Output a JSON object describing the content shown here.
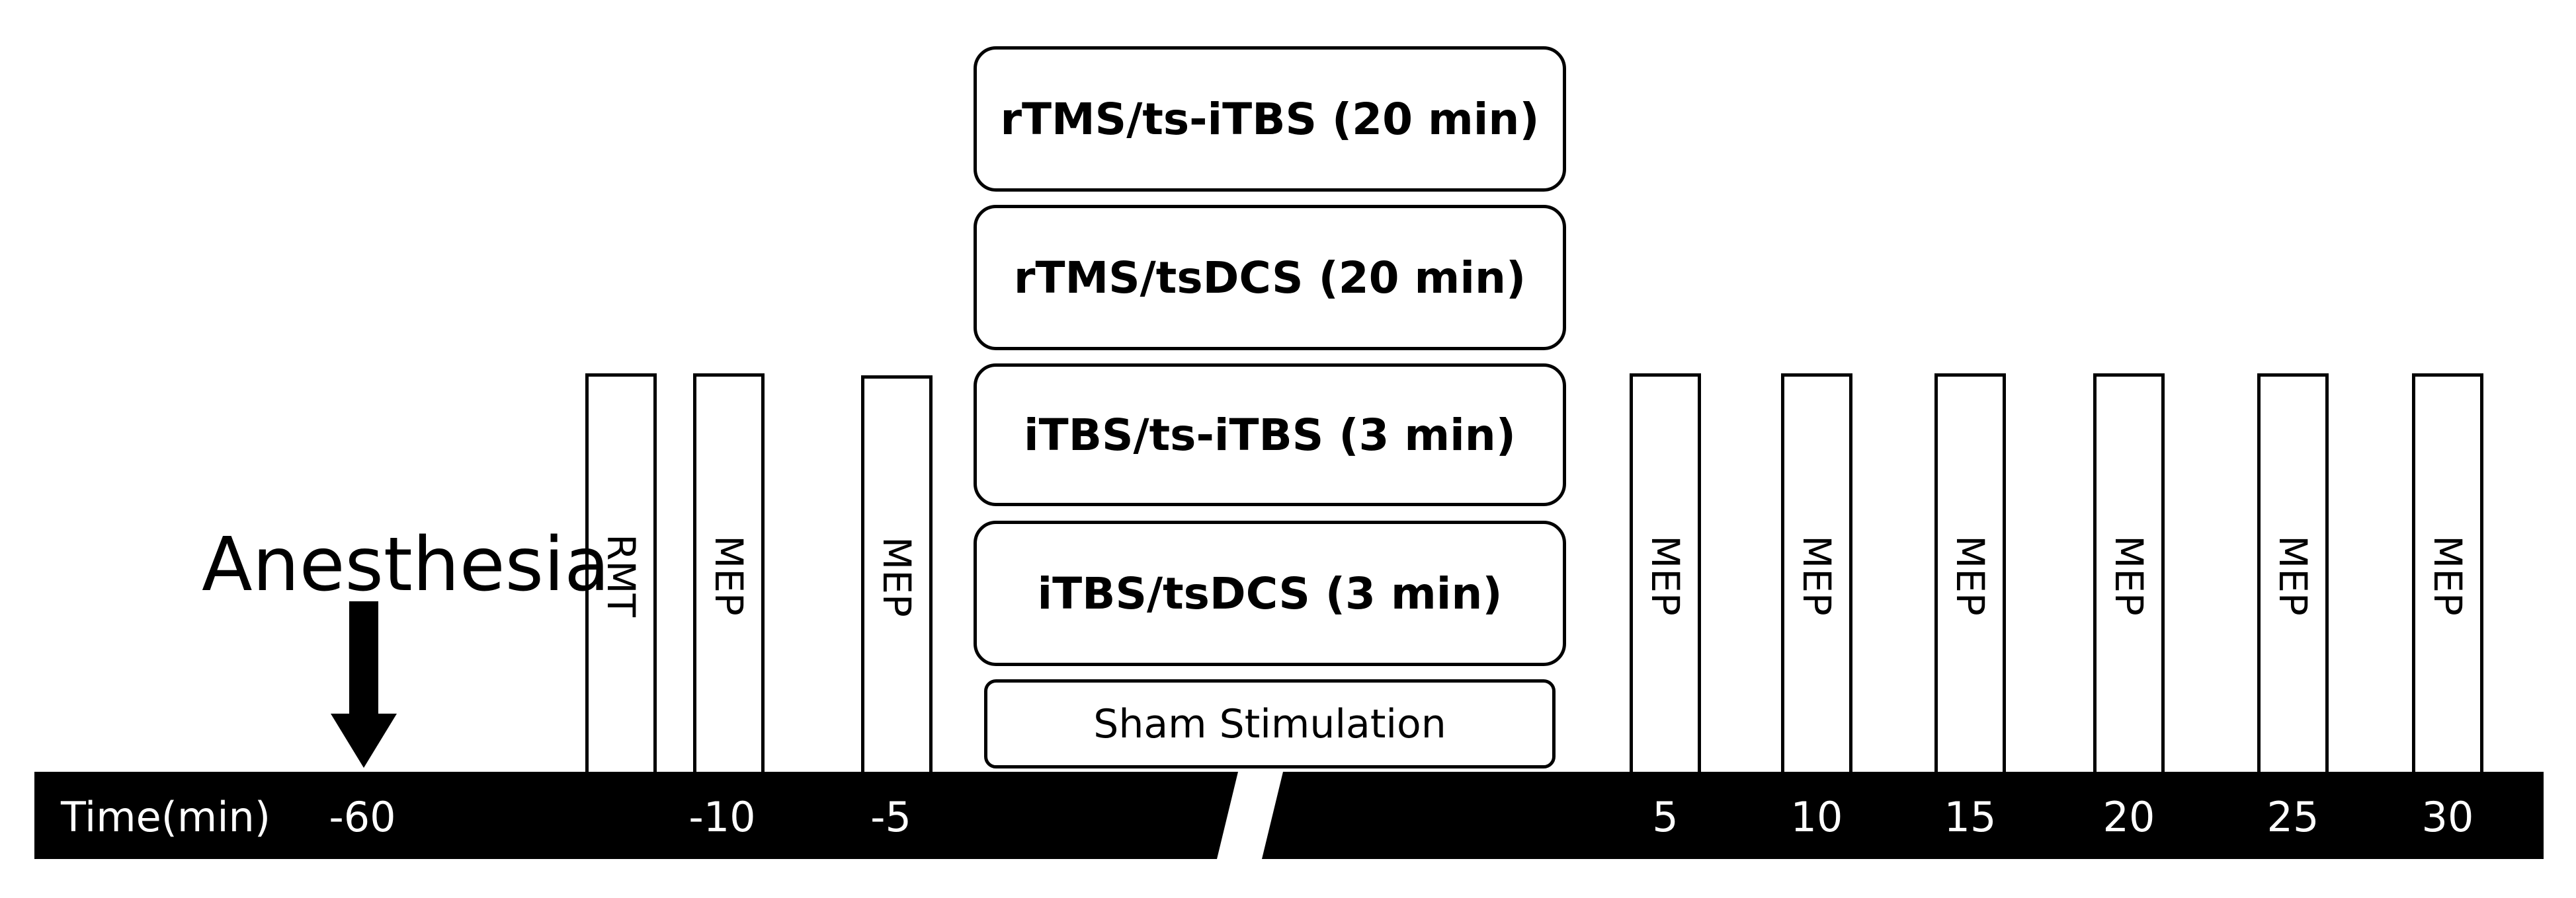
{
  "stimulation_protocols": [
    "rTMS/ts-iTBS (20 min)",
    "rTMS/tsDCS (20 min)",
    "iTBS/ts-iTBS (3 min)",
    "iTBS/tsDCS (3 min)"
  ],
  "sham": "Sham Stimulation",
  "anesthesia": "Anesthesia",
  "measurements": [
    {
      "label": "RMT",
      "time": null
    },
    {
      "label": "MEP",
      "time": "-10"
    },
    {
      "label": "MEP",
      "time": "-5"
    },
    {
      "label": "MEP",
      "time": "5"
    },
    {
      "label": "MEP",
      "time": "10"
    },
    {
      "label": "MEP",
      "time": "15"
    },
    {
      "label": "MEP",
      "time": "20"
    },
    {
      "label": "MEP",
      "time": "25"
    },
    {
      "label": "MEP",
      "time": "30"
    }
  ],
  "timeline": {
    "label": "Time(min)",
    "ticks": [
      "-60",
      "-10",
      "-5",
      "5",
      "10",
      "15",
      "20",
      "25",
      "30"
    ]
  }
}
